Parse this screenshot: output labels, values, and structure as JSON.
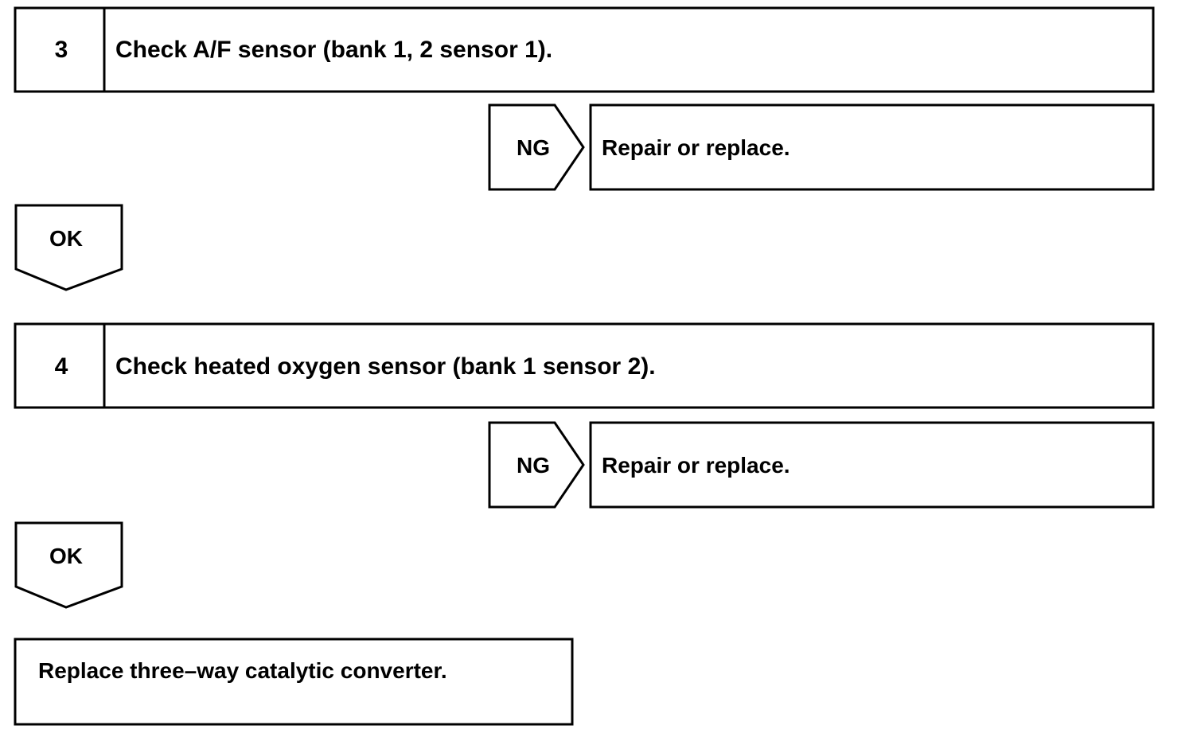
{
  "steps": [
    {
      "number": "3",
      "title": "Check A/F sensor (bank 1, 2 sensor 1).",
      "ng_label": "NG",
      "ng_action": "Repair or replace.",
      "ok_label": "OK"
    },
    {
      "number": "4",
      "title": "Check heated oxygen sensor (bank 1 sensor 2).",
      "ng_label": "NG",
      "ng_action": "Repair or replace.",
      "ok_label": "OK"
    }
  ],
  "final_action": "Replace three–way catalytic converter."
}
